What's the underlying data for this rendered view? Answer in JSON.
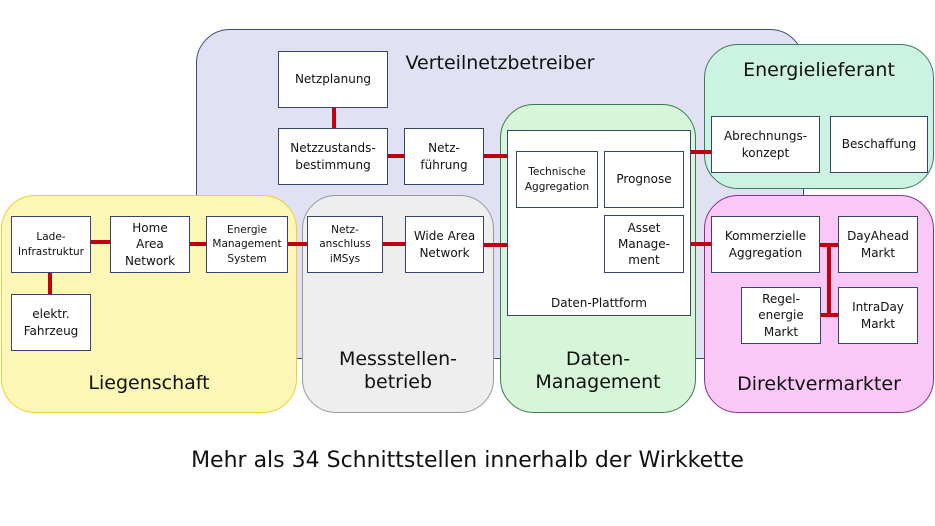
{
  "groups": {
    "verteilnetzbetreiber": {
      "title": "Verteilnetzbetreiber",
      "nodes": {
        "netzplanung": "Netzplanung",
        "netzzustand": "Netzzustands-\nbestimmung",
        "netzfuehrung": "Netz-\nführung"
      }
    },
    "liegenschaft": {
      "title": "Liegenschaft",
      "nodes": {
        "lade": "Lade-\nInfrastruktur",
        "han": "Home\nArea\nNetwork",
        "ems": "Energie\nManagement\nSystem",
        "fahrzeug": "elektr.\nFahrzeug"
      }
    },
    "messstellenbetrieb": {
      "title": "Messstellen-\nbetrieb",
      "nodes": {
        "netzanschluss": "Netz-\nanschluss\niMSys",
        "wan": "Wide Area\nNetwork"
      }
    },
    "datenmanagement": {
      "title": "Daten-\nManagement",
      "platform_label": "Daten-Plattform",
      "nodes": {
        "tech_agg": "Technische\nAggregation",
        "prognose": "Prognose",
        "asset": "Asset\nManage-\nment"
      }
    },
    "energielieferant": {
      "title": "Energielieferant",
      "nodes": {
        "abrechnung": "Abrechnungs-\nkonzept",
        "beschaffung": "Beschaffung"
      }
    },
    "direktvermarkter": {
      "title": "Direktvermarkter",
      "nodes": {
        "komm_agg": "Kommerzielle\nAggregation",
        "dayahead": "DayAhead\nMarkt",
        "regel": "Regel-\nenergie\nMarkt",
        "intraday": "IntraDay\nMarkt"
      }
    }
  },
  "connections": [
    [
      "Lade-Infrastruktur",
      "Home Area Network"
    ],
    [
      "Lade-Infrastruktur",
      "elektr. Fahrzeug"
    ],
    [
      "Home Area Network",
      "Energie Management System"
    ],
    [
      "Energie Management System",
      "Netzanschluss iMSys"
    ],
    [
      "Netzanschluss iMSys",
      "Wide Area Network"
    ],
    [
      "Wide Area Network",
      "Daten-Plattform"
    ],
    [
      "Netzplanung",
      "Netzzustandsbestimmung"
    ],
    [
      "Netzzustandsbestimmung",
      "Netzführung"
    ],
    [
      "Netzführung",
      "Daten-Plattform"
    ],
    [
      "Daten-Plattform",
      "Abrechnungskonzept"
    ],
    [
      "Daten-Plattform",
      "Kommerzielle Aggregation"
    ],
    [
      "Kommerzielle Aggregation",
      "DayAhead Markt"
    ],
    [
      "Kommerzielle Aggregation",
      "Regelenergie Markt"
    ],
    [
      "Kommerzielle Aggregation",
      "IntraDay Markt"
    ]
  ],
  "colors": {
    "connector": "#c0000f",
    "verteilnetzbetreiber": "#e0e2f3",
    "liegenschaft": "#fdf7b7",
    "messstellenbetrieb": "#eeeeee",
    "datenmanagement": "#d7f5d9",
    "energielieferant": "#ccf2e2",
    "direktvermarkter": "#f9c8f6"
  },
  "caption": "Mehr als 34 Schnittstellen innerhalb der Wirkkette"
}
